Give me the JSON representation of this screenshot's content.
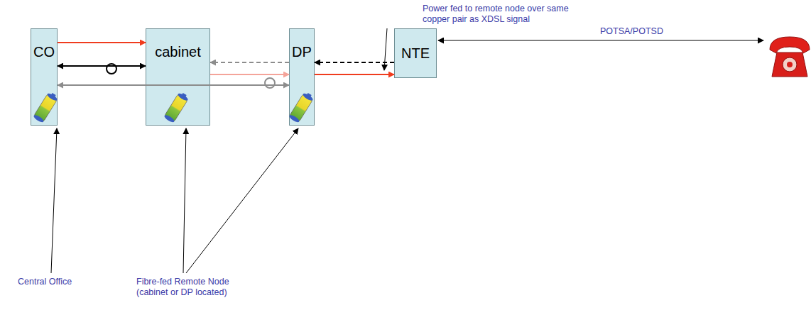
{
  "diagram": {
    "nodes": [
      {
        "text": [
          "CO"
        ]
      },
      {
        "text": [
          "cabinet"
        ]
      },
      {
        "text": [
          "DP"
        ]
      },
      {
        "text": [
          "NTE"
        ]
      }
    ],
    "edges": [
      {
        "from": 0,
        "to": 1,
        "arrow": "to"
      },
      {
        "from": 0,
        "to": 1,
        "arrow": "both"
      },
      {
        "from": 0,
        "to": 2,
        "arrow": "both"
      },
      {
        "from": 1,
        "to": 2,
        "arrow": "to"
      },
      {
        "from": 2,
        "to": 1,
        "arrow": "to"
      },
      {
        "from": 3,
        "to": 2,
        "arrow": "to"
      },
      {
        "from": 2,
        "to": 3,
        "arrow": "to"
      }
    ],
    "labels": [
      "Power fed to remote node over same copper pair as XDSL signal",
      "POTSA/POTSD",
      "Central Office",
      "Fibre-fed Remote Node (cabinet or DP located)"
    ]
  }
}
